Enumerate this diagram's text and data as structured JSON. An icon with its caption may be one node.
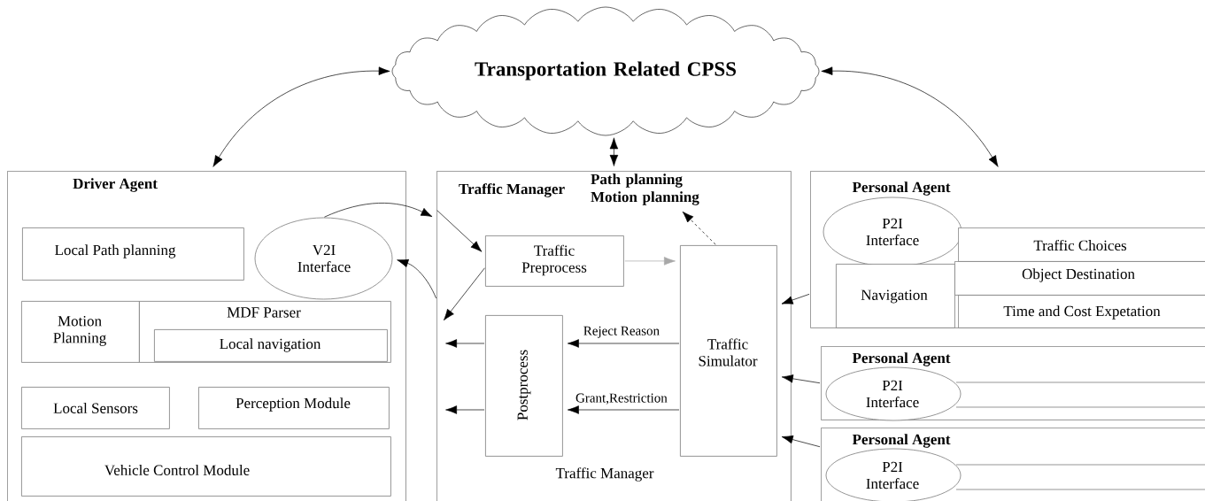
{
  "diagram": {
    "nodes": [
      {
        "text": [
          "Transportation Related CPSS"
        ]
      },
      {
        "text": [
          "Driver Agent"
        ]
      },
      {
        "text": [
          "Local Path planning"
        ],
        "in": 1
      },
      {
        "text": [
          "V2I Interface"
        ],
        "in": 1
      },
      {
        "text": [
          "Motion Planning"
        ],
        "in": 1
      },
      {
        "text": [
          "MDF Parser"
        ],
        "in": 1
      },
      {
        "text": [
          "Local navigation"
        ],
        "in": 5
      },
      {
        "text": [
          "Local Sensors"
        ],
        "in": 1
      },
      {
        "text": [
          "Perception Module"
        ],
        "in": 1
      },
      {
        "text": [
          "Vehicle Control Module"
        ],
        "in": 1
      },
      {
        "text": [
          "Traffic Manager",
          "Traffic Manager"
        ]
      },
      {
        "text": [
          "Path planning Motion planning"
        ],
        "in": 10
      },
      {
        "text": [
          "Traffic Preprocess"
        ],
        "in": 10
      },
      {
        "text": [
          "Postprocess"
        ],
        "in": 10
      },
      {
        "text": [
          "Traffic Simulator"
        ],
        "in": 10
      },
      {
        "text": [
          "Personal Agent"
        ]
      },
      {
        "text": [
          "P2I Interface"
        ],
        "in": 15
      },
      {
        "text": [
          "Navigation"
        ],
        "in": 15
      },
      {
        "text": [
          "Traffic Choices"
        ],
        "in": 15
      },
      {
        "text": [
          "Object Destination"
        ],
        "in": 15
      },
      {
        "text": [
          "Time and Cost Expetation"
        ],
        "in": 15
      },
      {
        "text": [
          "Personal Agent"
        ]
      },
      {
        "text": [
          "P2I Interface"
        ],
        "in": 21
      },
      {
        "text": [
          "Personal Agent"
        ]
      },
      {
        "text": [
          "P2I Interface"
        ],
        "in": 23
      }
    ],
    "edges": [
      {
        "from": 0,
        "to": 1,
        "arrow": "both"
      },
      {
        "from": 0,
        "to": 10,
        "arrow": "both"
      },
      {
        "from": 0,
        "to": 15,
        "arrow": "both"
      },
      {
        "from": 3,
        "to": 10,
        "arrow": "to"
      },
      {
        "from": 10,
        "to": 12,
        "arrow": "to"
      },
      {
        "from": 10,
        "to": 3,
        "arrow": "to"
      },
      {
        "from": 12,
        "to": null,
        "arrow": "to"
      },
      {
        "from": 13,
        "to": null,
        "arrow": "to"
      },
      {
        "from": 13,
        "to": null,
        "arrow": "to"
      },
      {
        "from": 14,
        "to": 13,
        "arrow": "to",
        "label": "Reject Reason"
      },
      {
        "from": 14,
        "to": 13,
        "arrow": "to",
        "label": "Grant,Restriction"
      },
      {
        "from": 12,
        "to": 14,
        "arrow": "to",
        "color": "#a8a8a8"
      },
      {
        "from": 14,
        "to": 11,
        "arrow": "to",
        "style": "dashed"
      },
      {
        "from": 15,
        "to": 14,
        "arrow": "to"
      },
      {
        "from": 21,
        "to": 14,
        "arrow": "to"
      },
      {
        "from": 23,
        "to": 14,
        "arrow": "to"
      }
    ]
  }
}
